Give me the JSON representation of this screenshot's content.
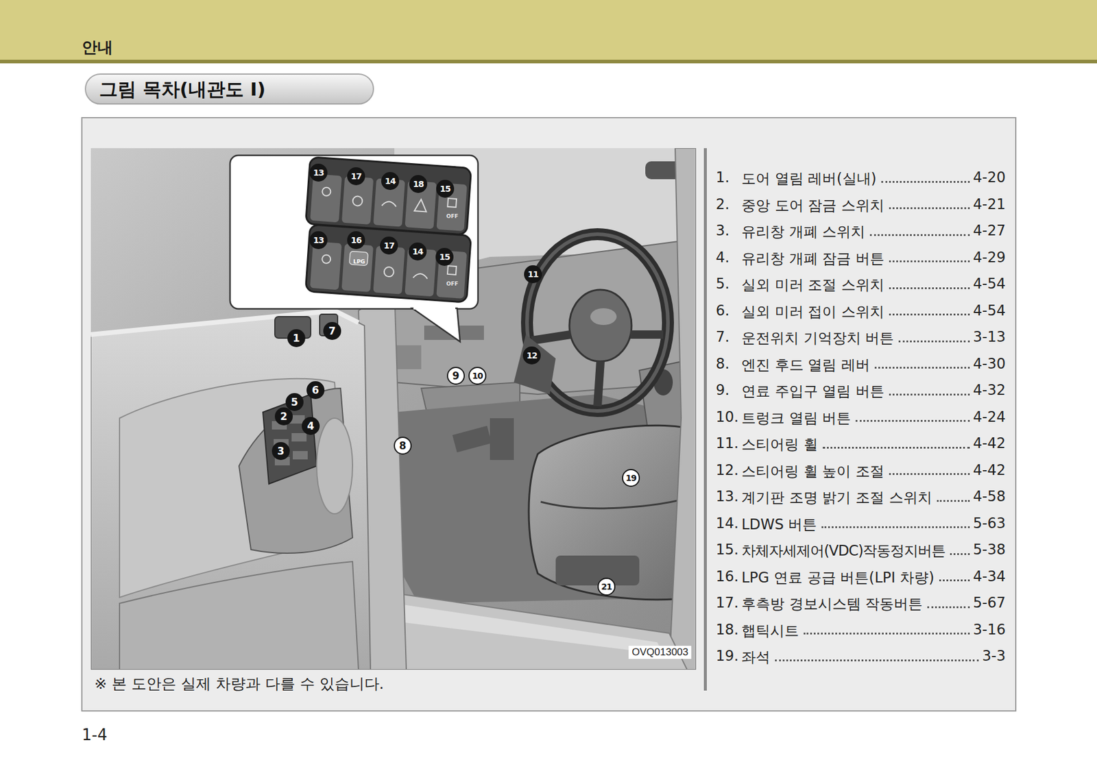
{
  "diagram": {
    "title": "그림 목차(내관도 I)",
    "nodes": [
      {
        "text": [
          "안내"
        ]
      }
    ],
    "labels": [
      "1",
      "7",
      "6",
      "5",
      "2",
      "4",
      "3",
      "8",
      "9",
      "10",
      "11",
      "12",
      "19",
      "21",
      "13",
      "17",
      "14",
      "18",
      "15",
      "OFF",
      "13",
      "16",
      "17",
      "14",
      "15",
      "LPG",
      "OFF",
      "OVQ013003",
      "1.",
      "도어 열림 레버(실내)",
      "4-20",
      "2.",
      "중앙 도어 잠금 스위치",
      "4-21",
      "3.",
      "유리창 개폐 스위치",
      "4-27",
      "4.",
      "유리창 개폐 잠금 버튼",
      "4-29",
      "5.",
      "실외 미러 조절 스위치",
      "4-54",
      "6.",
      "실외 미러 접이 스위치",
      "4-54",
      "7.",
      "운전위치 기억장치 버튼",
      "3-13",
      "8.",
      "엔진 후드 열림 레버",
      "4-30",
      "9.",
      "연료 주입구 열림 버튼",
      "4-32",
      "10.",
      "트렁크 열림 버튼",
      "4-24",
      "11.",
      "스티어링 휠",
      "4-42",
      "12.",
      "스티어링 휠 높이 조절",
      "4-42",
      "13.",
      "계기판 조명 밝기 조절 스위치",
      "4-58",
      "14.",
      "LDWS 버튼",
      "5-63",
      "15.",
      "차체자세제어(VDC)작동정지버튼",
      "5-38",
      "16.",
      "LPG 연료 공급 버튼(LPI 차량)",
      "4-34",
      "17.",
      "후측방 경보시스템 작동버튼",
      "5-67",
      "18.",
      "햅틱시트",
      "3-16",
      "19.",
      "좌석",
      "3-3",
      "※ 본 도안은 실제 차량과 다를 수 있습니다.",
      "1-4"
    ]
  }
}
